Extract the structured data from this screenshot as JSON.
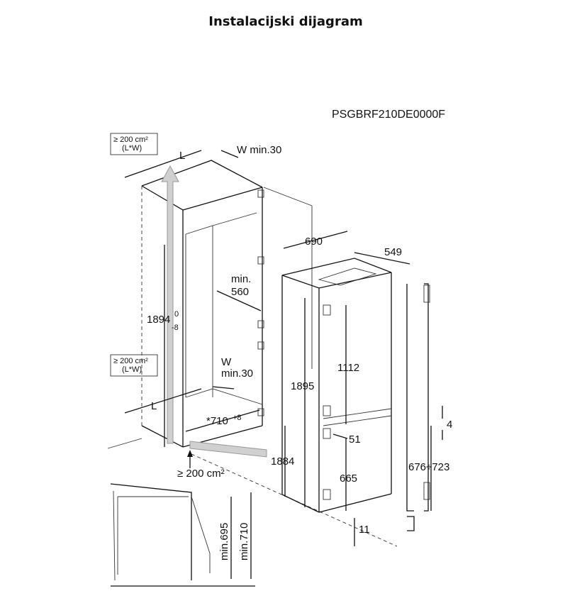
{
  "title": "Instalacijski dijagram",
  "model": "PSGBRF210DE0000F",
  "labels": {
    "vent_top_area": "≥ 200 cm²",
    "vent_top_lw": "(L*W)",
    "vent_mid_area": "≥ 200 cm²",
    "vent_mid_lw": "(L*W)",
    "L_top": "L",
    "W_top": "W min.30",
    "min560_a": "min.",
    "min560_b": "560",
    "h1894": "1894",
    "h1894_sup": "0",
    "h1894_sub": "-8",
    "W_mid_a": "W",
    "W_mid_b": "min.30",
    "L_mid": "L",
    "d710": "*710",
    "d710_sup": "+8",
    "vent_bottom": "≥ 200 cm²",
    "d690": "690",
    "d549": "549",
    "d1895": "1895",
    "d1112": "1112",
    "d1884": "1884",
    "d51": "51",
    "d665": "665",
    "d11": "11",
    "d4": "4",
    "d676_723": "676÷723",
    "min695": "min.695",
    "min710": "min.710"
  }
}
